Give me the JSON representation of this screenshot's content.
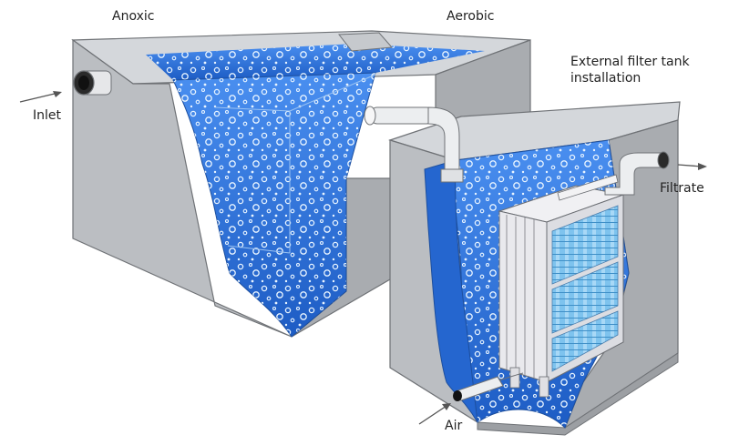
{
  "labels": {
    "anoxic": "Anoxic",
    "aerobic": "Aerobic",
    "external_line1": "External filter tank",
    "external_line2": "installation",
    "inlet": "Inlet",
    "filtrate": "Filtrate",
    "air": "Air"
  },
  "colors": {
    "tank_top": "#cfd2d6",
    "tank_front": "#b9bcc0",
    "tank_side": "#a7aaae",
    "water": "#2a6fd6",
    "water_light": "#4a8ff0",
    "bubble": "#e8f4ff",
    "module": "#e8e8ec",
    "membrane": "#7ec3ee"
  }
}
